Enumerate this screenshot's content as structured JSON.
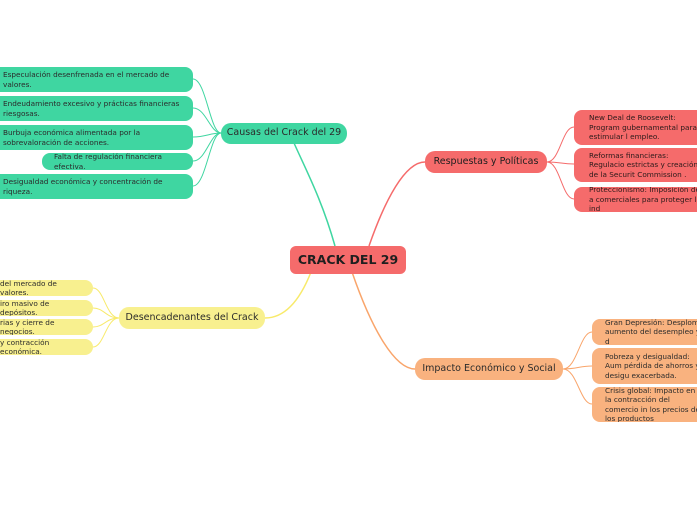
{
  "center": {
    "label": "CRACK DEL 29"
  },
  "branches": [
    {
      "id": "causas",
      "label": "Causas del Crack del 29",
      "color": "#3fd6a1",
      "children": [
        "Especulación desenfrenada en el mercado de valores.",
        "Endeudamiento excesivo y prácticas financieras riesgosas.",
        "Burbuja económica alimentada por la sobrevaloración de acciones.",
        "Falta de regulación financiera efectiva.",
        "Desigualdad económica y concentración de riqueza."
      ]
    },
    {
      "id": "desencadenantes",
      "label": "Desencadenantes del Crack",
      "color": "#f8f08f",
      "children": [
        "del mercado de valores.",
        "iro masivo de depósitos.",
        "rias y cierre de negocios.",
        "y contracción económica."
      ]
    },
    {
      "id": "respuestas",
      "label": "Respuestas y Políticas",
      "color": "#f56b6b",
      "children": [
        "New Deal de Roosevelt: Program gubernamental para estimular l empleo.",
        "Reformas financieras: Regulacio estrictas y creación de la Securit Commission .",
        "Proteccionismo: Imposición de a comerciales para proteger la ind"
      ]
    },
    {
      "id": "impacto",
      "label": "Impacto Económico y Social",
      "color": "#f9b27f",
      "children": [
        "Gran Depresión: Desplome aumento del desempleo y d",
        "Pobreza y desigualdad: Aum pérdida de ahorros y desigu exacerbada.",
        "Crisis global: Impacto en la contracción del comercio in los precios de los productos"
      ]
    }
  ]
}
